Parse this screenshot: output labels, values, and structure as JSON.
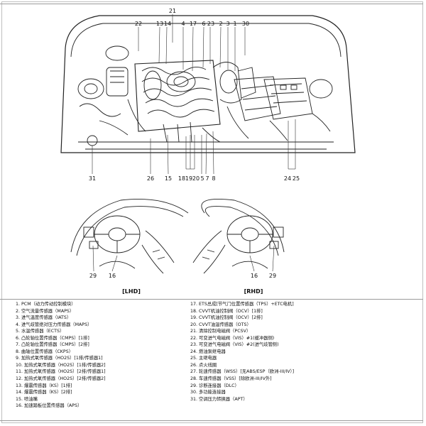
{
  "engine_callouts": {
    "top": [
      "21",
      "22",
      "13",
      "14",
      "4",
      "17",
      "6",
      "23",
      "2",
      "3",
      "1",
      "30"
    ],
    "bottom": [
      "31",
      "26",
      "15",
      "18",
      "19",
      "20",
      "5",
      "7",
      "8",
      "24",
      "25"
    ]
  },
  "cabin": {
    "lhd": {
      "label": "[LHD]",
      "callouts": [
        "29",
        "16"
      ]
    },
    "rhd": {
      "label": "[RHD]",
      "callouts": [
        "16",
        "29"
      ]
    }
  },
  "legend": {
    "left": [
      "1.  PCM（动力传动控制模块）",
      "2.  空气流量传感器（MAPS）",
      "3.  进气温度传感器（IATS）",
      "4.  进气歧管绝对压力传感器（MAPS）",
      "5.  水温传感器（ECTS）",
      "6.  凸轮轴位置传感器（CMPS）[1排]",
      "7.  凸轮轴位置传感器（CMPS）[2排]",
      "8.  曲轴位置传感器（CKPS）",
      "9.  加热式氧传感器（HO2S）[1排/传感器1]",
      "10. 加热式氧传感器（HO2S）[1排/传感器2]",
      "11. 加热式氧传感器（HO2S）[2排/传感器1]",
      "12. 加热式氧传感器（HO2S）[2排/传感器2]",
      "13. 爆震传感器（KS）[1排]",
      "14. 爆震传感器（KS）[2排]",
      "15. 喷油嘴",
      "16. 加速踏板位置传感器（APS）"
    ],
    "right": [
      "17. ETS总成[节气门位置传感器（TPS）+ETC电机]",
      "18. CVVT机油控制阀（OCV）[1排]",
      "19. CVVT机油控制阀（OCV）[2排]",
      "20. CVVT油温传感器（OTS）",
      "21. 清除控制电磁阀（PCSV）",
      "22. 可变进气电磁阀（VIS）#1(缓冲器侧)",
      "23. 可变进气电磁阀（VIS）#2(进气歧管侧)",
      "24. 燃油泵继电器",
      "25. 主继电器",
      "26. 点火线圈",
      "27. 轮速传感器（WSS）[无ABS/ESP（欧洲-III/IV）]",
      "28. 车速传感器（VSS）[除欧洲-III/IV外]",
      "29. 诊断连接器（DLC）",
      "30. 多功能连接器",
      "31. 空调压力转换器（APT）"
    ]
  }
}
